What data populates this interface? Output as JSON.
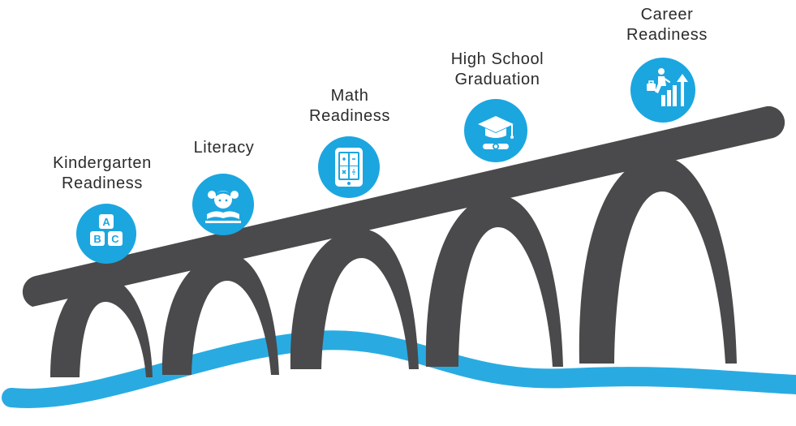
{
  "colors": {
    "bridge": "#4a4a4c",
    "river": "#29abe2",
    "icon_circle": "#1ba6e0",
    "icon_glyph": "#ffffff",
    "label_text": "#2b2b2b"
  },
  "milestones": [
    {
      "lines": [
        "Kindergarten",
        "Readiness"
      ],
      "icon": "abc-blocks-icon"
    },
    {
      "lines": [
        "Literacy"
      ],
      "icon": "child-reading-icon"
    },
    {
      "lines": [
        "Math",
        "Readiness"
      ],
      "icon": "calculator-icon"
    },
    {
      "lines": [
        "High School",
        "Graduation"
      ],
      "icon": "graduation-cap-diploma-icon"
    },
    {
      "lines": [
        "Career",
        "Readiness"
      ],
      "icon": "career-growth-icon"
    }
  ],
  "icon_text": {
    "block_a": "A",
    "block_b": "B",
    "block_c": "C"
  }
}
